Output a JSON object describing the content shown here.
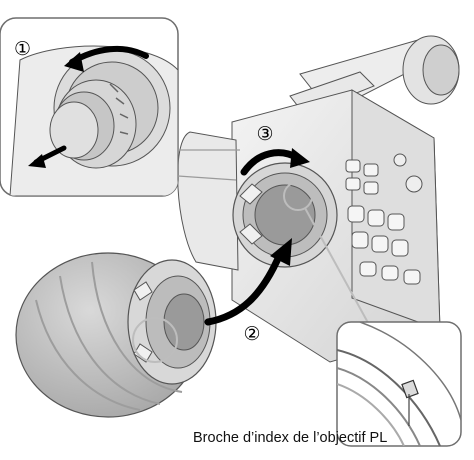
{
  "steps": {
    "one": "①",
    "two": "②",
    "three": "③"
  },
  "caption": "Broche d’index de l’objectif PL",
  "colors": {
    "arrow": "#000000",
    "body_light": "#eeeeee",
    "body_mid": "#cfcfcf",
    "body_dark": "#8f8f8f",
    "inset_border": "#6e6e6e",
    "highlight_circle": "#c8c8c8"
  },
  "icons": [
    "rotate-arrow-icon",
    "pull-arrow-icon",
    "insert-arrow-icon"
  ]
}
